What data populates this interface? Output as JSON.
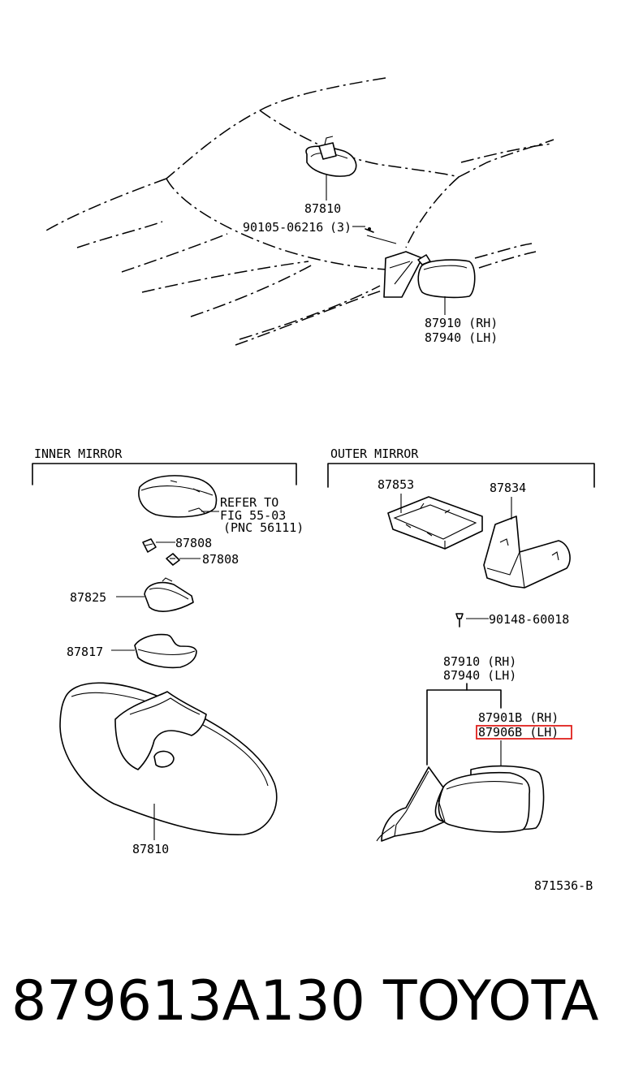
{
  "car_view": {
    "inner_mirror_pn": "87810",
    "bolt_pn": "90105-06216",
    "bolt_qty": "(3)",
    "outer_mirror_rh": "87910 (RH)",
    "outer_mirror_lh": "87940 (LH)"
  },
  "inner_mirror": {
    "title": "INNER MIRROR",
    "refer_line1": "REFER TO",
    "refer_line2": "FIG 55-03",
    "refer_line3": "(PNC 56111)",
    "clip_a": "87808",
    "clip_b": "87808",
    "cover": "87825",
    "holder": "87817",
    "mirror": "87810"
  },
  "outer_mirror": {
    "title": "OUTER MIRROR",
    "cover": "87853",
    "bracket": "87834",
    "screw": "90148-60018",
    "assy_rh": "87910 (RH)",
    "assy_lh": "87940 (LH)",
    "sub_rh": "87901B (RH)",
    "sub_lh": "87906B (LH)",
    "highlight_color": "#e0201c"
  },
  "drawing_no": "871536-B",
  "footer": {
    "part_number": "879613A130",
    "brand": "TOYOTA"
  }
}
